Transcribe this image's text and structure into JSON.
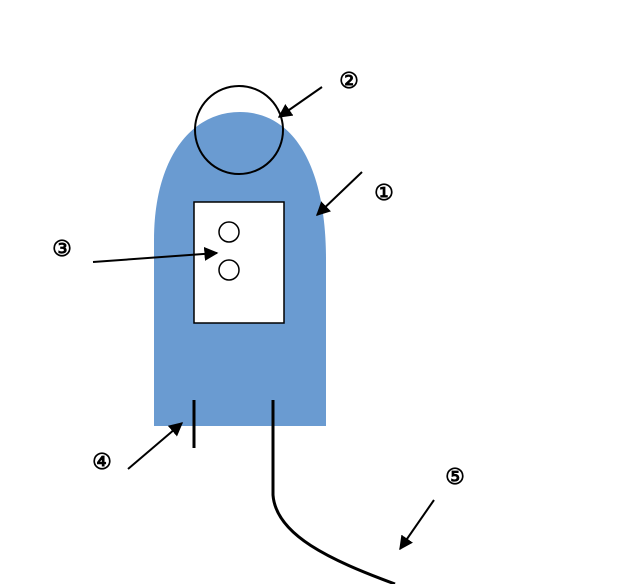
{
  "colors": {
    "body_fill": "#6A9BD1",
    "panel_fill": "#FFFFFF",
    "stroke": "#000000"
  },
  "callouts": [
    {
      "id": "1",
      "label": "①"
    },
    {
      "id": "2",
      "label": "②"
    },
    {
      "id": "3",
      "label": "③"
    },
    {
      "id": "4",
      "label": "④"
    },
    {
      "id": "5",
      "label": "⑤"
    }
  ]
}
